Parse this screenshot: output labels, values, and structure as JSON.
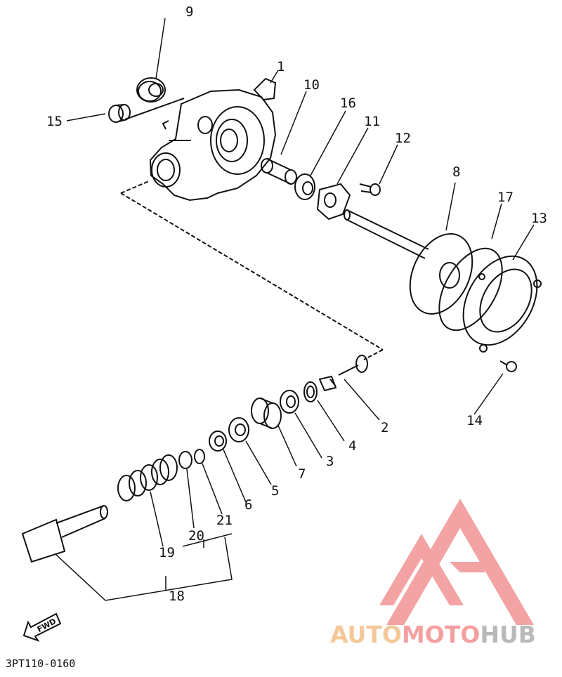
{
  "diagram": {
    "part_numbers": [
      "1",
      "2",
      "3",
      "4",
      "5",
      "6",
      "7",
      "8",
      "9",
      "10",
      "11",
      "12",
      "13",
      "14",
      "15",
      "16",
      "17",
      "18",
      "19",
      "20",
      "21"
    ],
    "diagram_code": "3PT110-0160",
    "direction_label": "FWD",
    "watermark": {
      "part1": "AUTO",
      "part2": "MOTO",
      "part3": "HUB",
      "colors": {
        "auto": "#f5c89a",
        "moto": "#f4a0a0",
        "hub": "#b9b9b9",
        "logo": "#f29a9a"
      }
    }
  }
}
